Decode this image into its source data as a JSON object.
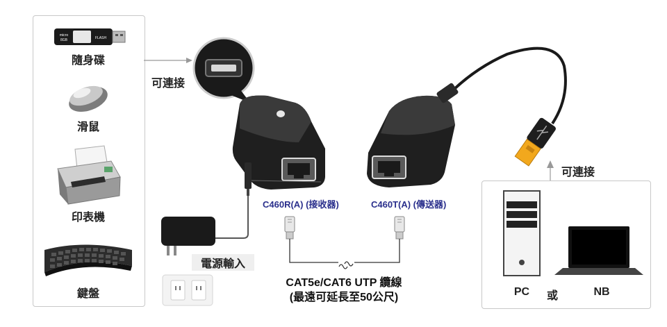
{
  "devices": [
    {
      "label": "隨身碟",
      "icon": "usb-flash-drive-icon"
    },
    {
      "label": "滑鼠",
      "icon": "mouse-icon"
    },
    {
      "label": "印表機",
      "icon": "printer-icon"
    },
    {
      "label": "鍵盤",
      "icon": "keyboard-icon"
    }
  ],
  "usb_drive_text": {
    "brand": "micro",
    "size": "8GB",
    "flash": "FLASH"
  },
  "connectable_left": "可連接",
  "connectable_right": "可連接",
  "receiver_label": "C460R(A) (接收器)",
  "transmitter_label": "C460T(A) (傳送器)",
  "power_label": "電源輸入",
  "cable_title": "CAT5e/CAT6 UTP 纜線",
  "cable_note": "(最遠可延長至50公尺)",
  "pc_label": "PC",
  "or_label": "或",
  "nb_label": "NB",
  "colors": {
    "label_blue": "#2a2f8c",
    "panel_border": "#c8c8c8",
    "usb_tip": "#f2a81d"
  }
}
